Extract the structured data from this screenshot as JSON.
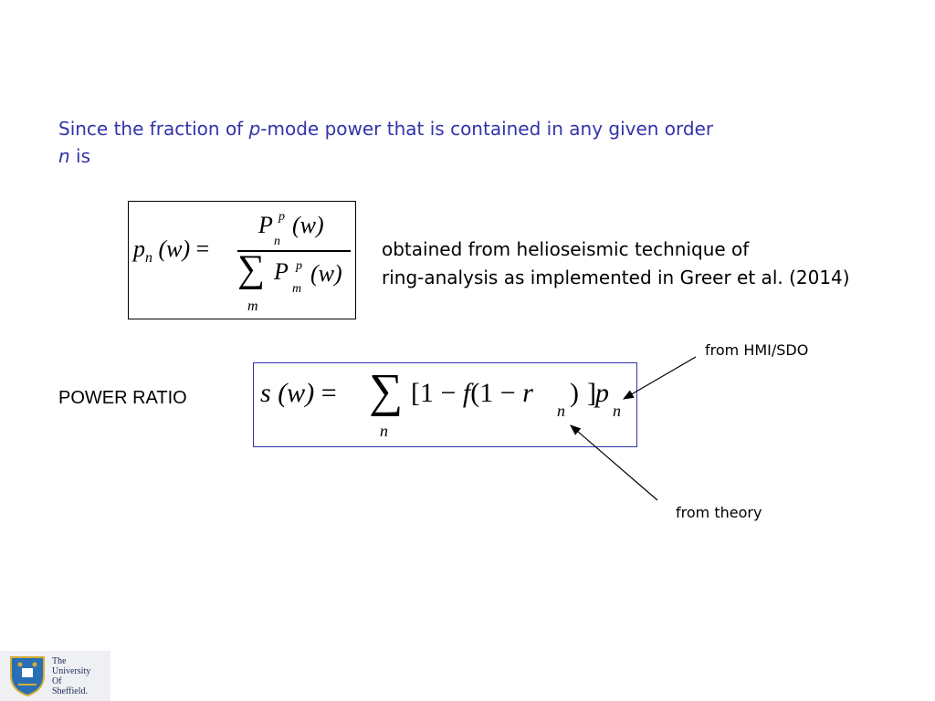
{
  "intro": {
    "line1_a": "Since the fraction of ",
    "line1_p": "p",
    "line1_b": "-mode power that is contained in any given order",
    "line2_n": "n",
    "line2_b": " is"
  },
  "equation1": {
    "lhs_p": "p",
    "lhs_sub": "n",
    "lhs_arg": "(w)",
    "equals": "=",
    "num_P": "P",
    "num_sup": "p",
    "num_sub": "n",
    "num_arg": "(w)",
    "sum_symbol": "∑",
    "den_P": "P",
    "den_sup": "p",
    "den_sub": "m",
    "den_arg": "(w)",
    "sum_index": "m"
  },
  "description": {
    "line1": "obtained from helioseismic technique of",
    "line2": "ring-analysis as implemented in Greer et al. (2014)"
  },
  "power_ratio_label": "POWER RATIO",
  "equation2": {
    "s": "s",
    "arg": "(w)",
    "equals": "=",
    "sum_symbol": "∑",
    "sum_index": "n",
    "open": "[1",
    "minus1": "−",
    "f": "f",
    "paren": "(1",
    "minus2": "−",
    "r": "r",
    "r_sub": "n",
    "close": ")",
    "bracket": "]",
    "p": "p",
    "p_sub": "n"
  },
  "annotations": {
    "hmi": "from HMI/SDO",
    "theory": "from theory"
  },
  "logo": {
    "line1": "The",
    "line2": "University",
    "line3": "Of",
    "line4": "Sheffield."
  },
  "colors": {
    "intro_text": "#3333aa",
    "eq2_border": "#3333aa",
    "logo_shield": "#2a6fb5"
  }
}
